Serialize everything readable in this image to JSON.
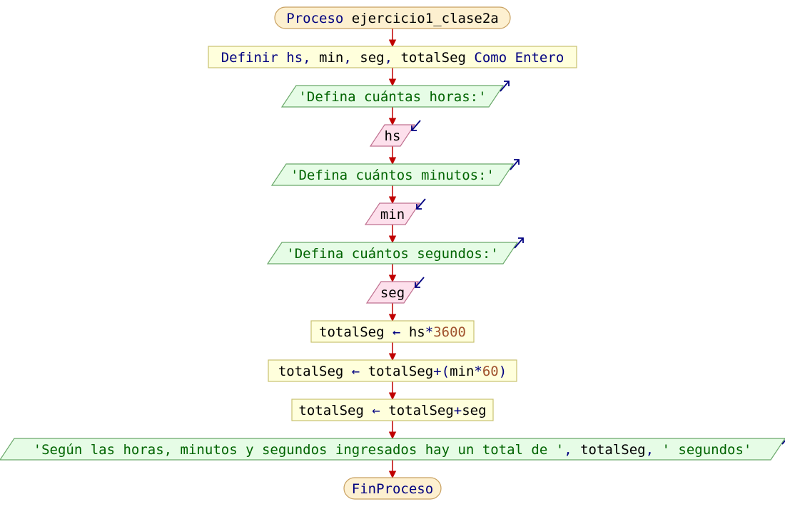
{
  "colors": {
    "connector": "#c00000",
    "keyword": "#000080",
    "string": "#006400",
    "number": "#a0522d",
    "identifier": "#000000",
    "terminal_fill": "#fdf0d0",
    "terminal_stroke": "#c8a060",
    "process_fill": "#ffffdc",
    "process_stroke": "#c8c070",
    "output_fill": "#e6fce6",
    "output_stroke": "#6aa86a",
    "input_fill": "#fde0ec",
    "input_stroke": "#c07090",
    "io_arrow": "#000080"
  },
  "flowchart": {
    "nodes": [
      {
        "id": "n1",
        "shape": "terminal",
        "name": "process-start-terminal",
        "tokens": [
          {
            "t": "Proceso",
            "c": "keyword"
          },
          {
            "t": " ejercicio1_clase2a",
            "c": "identifier"
          }
        ]
      },
      {
        "id": "n2",
        "shape": "process",
        "name": "define-variables-box",
        "tokens": [
          {
            "t": "Definir",
            "c": "keyword"
          },
          {
            "t": " hs",
            "c": "keyword"
          },
          {
            "t": ",",
            "c": "keyword"
          },
          {
            "t": " min",
            "c": "identifier"
          },
          {
            "t": ",",
            "c": "keyword"
          },
          {
            "t": " seg",
            "c": "identifier"
          },
          {
            "t": ",",
            "c": "keyword"
          },
          {
            "t": " totalSeg",
            "c": "identifier"
          },
          {
            "t": " Como Entero",
            "c": "keyword"
          }
        ]
      },
      {
        "id": "n3",
        "shape": "output",
        "name": "output-prompt-hours",
        "tokens": [
          {
            "t": "'Defina cuántas horas:'",
            "c": "string"
          }
        ]
      },
      {
        "id": "n4",
        "shape": "input",
        "name": "input-hs",
        "tokens": [
          {
            "t": "hs",
            "c": "identifier"
          }
        ]
      },
      {
        "id": "n5",
        "shape": "output",
        "name": "output-prompt-minutes",
        "tokens": [
          {
            "t": "'Defina cuántos minutos:'",
            "c": "string"
          }
        ]
      },
      {
        "id": "n6",
        "shape": "input",
        "name": "input-min",
        "tokens": [
          {
            "t": "min",
            "c": "identifier"
          }
        ]
      },
      {
        "id": "n7",
        "shape": "output",
        "name": "output-prompt-seconds",
        "tokens": [
          {
            "t": "'Defina cuántos segundos:'",
            "c": "string"
          }
        ]
      },
      {
        "id": "n8",
        "shape": "input",
        "name": "input-seg",
        "tokens": [
          {
            "t": "seg",
            "c": "identifier"
          }
        ]
      },
      {
        "id": "n9",
        "shape": "process",
        "name": "assign-total-hours",
        "tokens": [
          {
            "t": "totalSeg",
            "c": "identifier"
          },
          {
            "t": " ← ",
            "c": "keyword"
          },
          {
            "t": "hs",
            "c": "identifier"
          },
          {
            "t": "*",
            "c": "keyword"
          },
          {
            "t": "3600",
            "c": "number"
          }
        ]
      },
      {
        "id": "n10",
        "shape": "process",
        "name": "assign-total-minutes",
        "tokens": [
          {
            "t": "totalSeg",
            "c": "identifier"
          },
          {
            "t": " ← ",
            "c": "keyword"
          },
          {
            "t": "totalSeg",
            "c": "identifier"
          },
          {
            "t": "+(",
            "c": "keyword"
          },
          {
            "t": "min",
            "c": "identifier"
          },
          {
            "t": "*",
            "c": "keyword"
          },
          {
            "t": "60",
            "c": "number"
          },
          {
            "t": ")",
            "c": "keyword"
          }
        ]
      },
      {
        "id": "n11",
        "shape": "process",
        "name": "assign-total-seconds",
        "tokens": [
          {
            "t": "totalSeg",
            "c": "identifier"
          },
          {
            "t": " ← ",
            "c": "keyword"
          },
          {
            "t": "totalSeg",
            "c": "identifier"
          },
          {
            "t": "+",
            "c": "keyword"
          },
          {
            "t": "seg",
            "c": "identifier"
          }
        ]
      },
      {
        "id": "n12",
        "shape": "output",
        "name": "output-result",
        "tokens": [
          {
            "t": "'Según las horas, minutos y segundos ingresados hay un total de '",
            "c": "string"
          },
          {
            "t": ", ",
            "c": "keyword"
          },
          {
            "t": "totalSeg",
            "c": "identifier"
          },
          {
            "t": ", ",
            "c": "keyword"
          },
          {
            "t": "' segundos'",
            "c": "string"
          }
        ]
      },
      {
        "id": "n13",
        "shape": "terminal",
        "name": "process-end-terminal",
        "tokens": [
          {
            "t": "FinProceso",
            "c": "keyword"
          }
        ]
      }
    ]
  }
}
